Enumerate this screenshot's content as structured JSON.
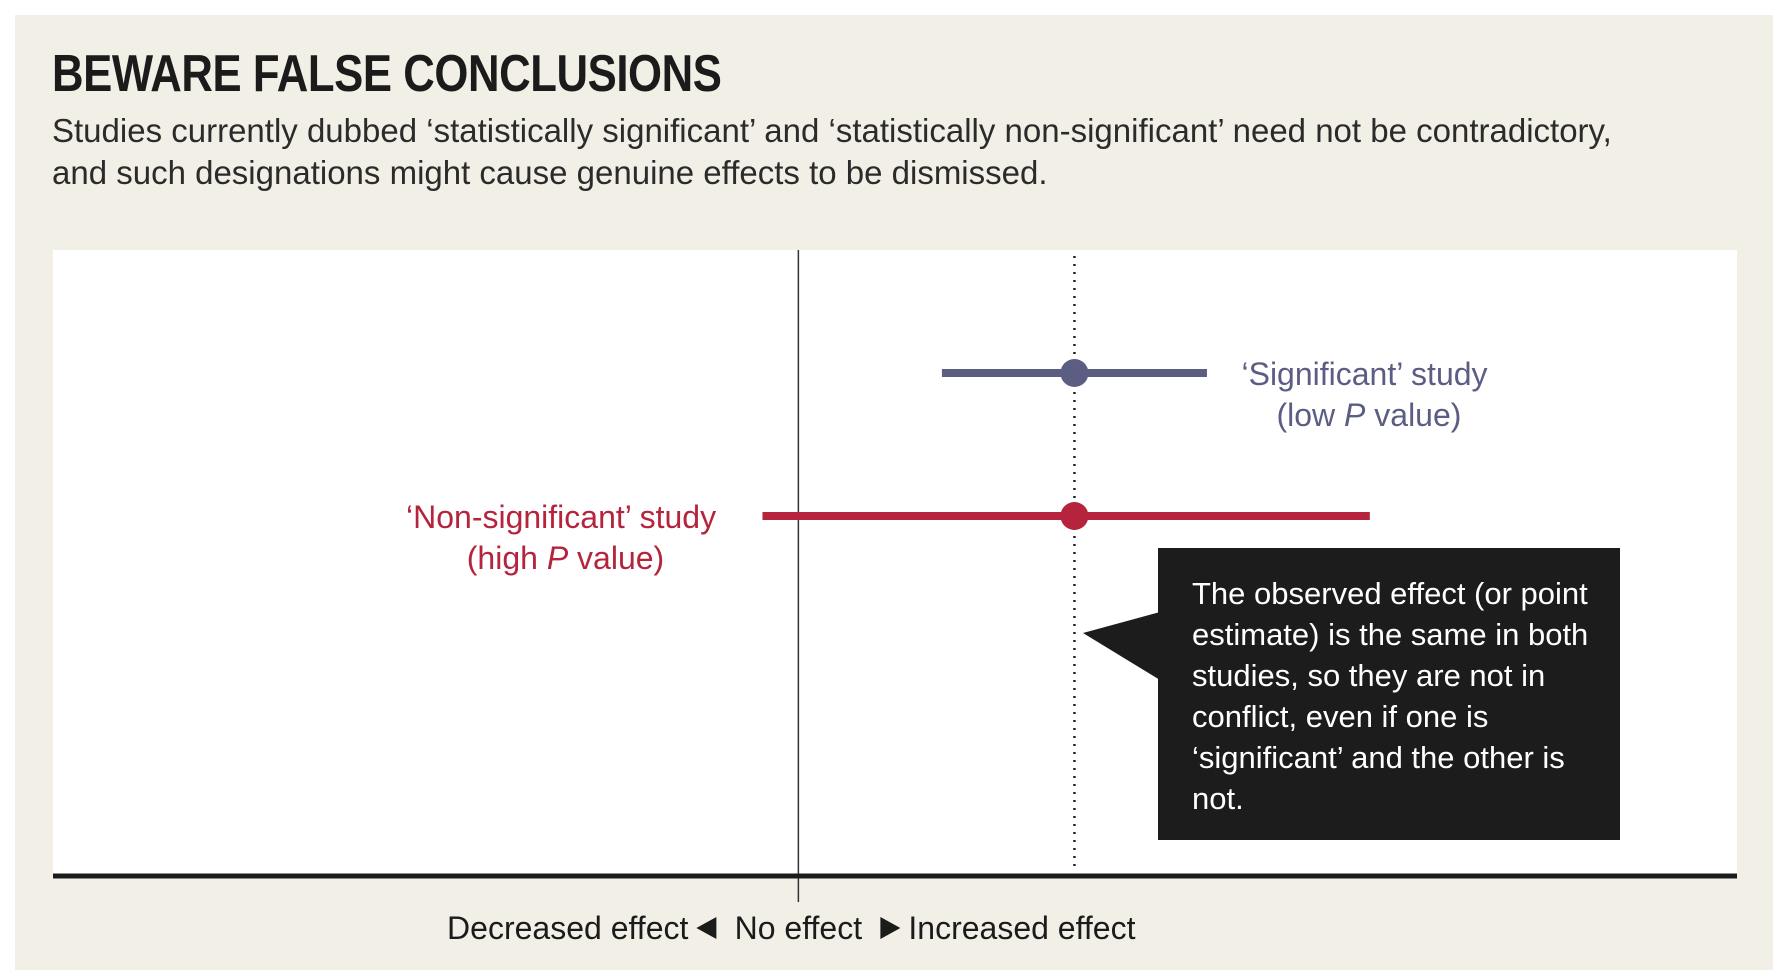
{
  "title": "BEWARE FALSE CONCLUSIONS",
  "subtitle": "Studies currently dubbed ‘statistically significant’ and ‘statistically non-significant’ need not be contradictory, and such designations might cause genuine effects to be dismissed.",
  "colors": {
    "background": "#f2efe6",
    "significant": "#5b5d83",
    "non_significant": "#b5243c",
    "callout": "#1c1c1c"
  },
  "chart_data": {
    "type": "scatter",
    "title": "BEWARE FALSE CONCLUSIONS",
    "subtitle": "Studies currently dubbed ‘statistically significant’ and ‘statistically non-significant’ need not be contradictory, and such designations might cause genuine effects to be dismissed.",
    "xlabel": "",
    "ylabel": "",
    "x_axis": {
      "left_label": "Decreased effect",
      "center_label": "No effect",
      "right_label": "Increased effect",
      "no_effect_value": 0,
      "range": [
        -2.7,
        3.4
      ]
    },
    "point_estimate": 1.0,
    "grid": false,
    "series": [
      {
        "name_lines": [
          "‘Significant’ study",
          "(low P value)"
        ],
        "label_side": "right",
        "color": "#5b5d83",
        "estimate": 1.0,
        "ci": [
          0.52,
          1.48
        ]
      },
      {
        "name_lines": [
          "‘Non-significant’ study",
          "(high P value)"
        ],
        "label_side": "left",
        "color": "#b5243c",
        "estimate": 1.0,
        "ci": [
          -0.13,
          2.07
        ]
      }
    ],
    "annotation": "The observed effect (or point estimate) is the same in both studies, so they are not in conflict, even if one is ‘significant’ and the other is not."
  }
}
